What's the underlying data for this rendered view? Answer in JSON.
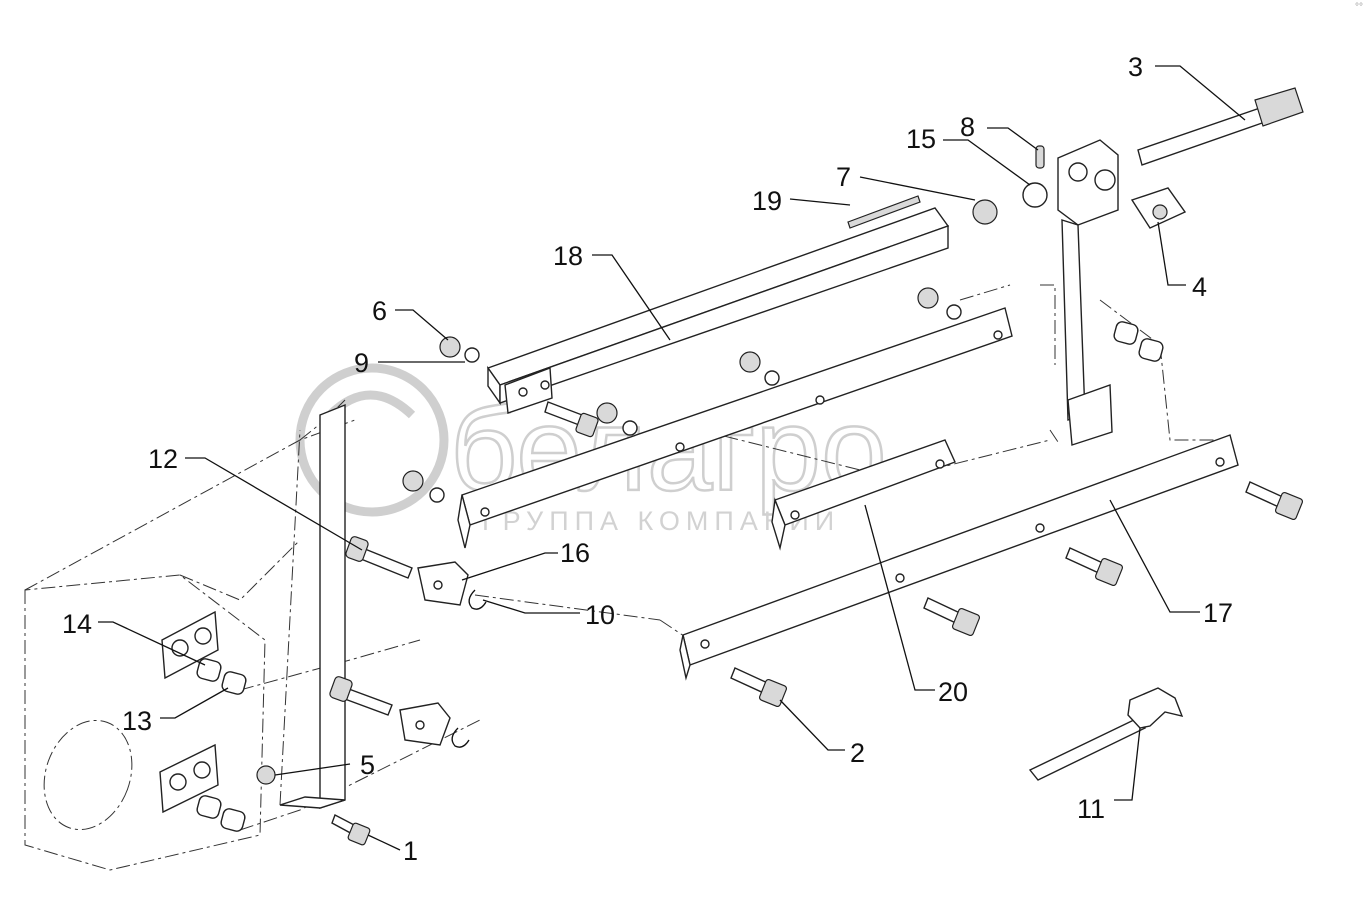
{
  "watermark": {
    "brand": "белагро",
    "tagline": "ГРУППА КОМПАНИЙ"
  },
  "corner_mark": "°°",
  "callouts": [
    {
      "id": "c1",
      "number": "1"
    },
    {
      "id": "c2",
      "number": "2"
    },
    {
      "id": "c3",
      "number": "3"
    },
    {
      "id": "c4",
      "number": "4"
    },
    {
      "id": "c5",
      "number": "5"
    },
    {
      "id": "c6",
      "number": "6"
    },
    {
      "id": "c7",
      "number": "7"
    },
    {
      "id": "c8",
      "number": "8"
    },
    {
      "id": "c9",
      "number": "9"
    },
    {
      "id": "c10",
      "number": "10"
    },
    {
      "id": "c11",
      "number": "11"
    },
    {
      "id": "c12",
      "number": "12"
    },
    {
      "id": "c13",
      "number": "13"
    },
    {
      "id": "c14",
      "number": "14"
    },
    {
      "id": "c15",
      "number": "15"
    },
    {
      "id": "c16",
      "number": "16"
    },
    {
      "id": "c17",
      "number": "17"
    },
    {
      "id": "c18",
      "number": "18"
    },
    {
      "id": "c19",
      "number": "19"
    },
    {
      "id": "c20",
      "number": "20"
    }
  ]
}
